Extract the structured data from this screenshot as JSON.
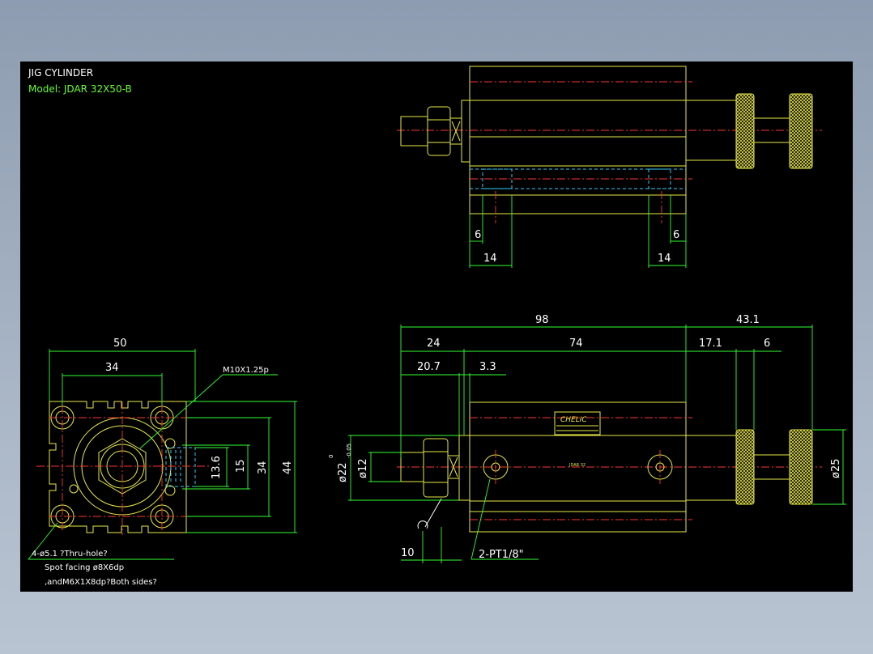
{
  "drawing": {
    "title": "JIG CYLINDER",
    "model": "Model:  JDAR  32X50-B"
  },
  "top_view": {
    "dim_left_6": "6",
    "dim_right_6": "6",
    "dim_left_14": "14",
    "dim_right_14": "14"
  },
  "end_view": {
    "dim_50": "50",
    "dim_34_top": "34",
    "thread_label": "M10X1.25p",
    "dim_13_6": "13.6",
    "dim_15": "15",
    "dim_34_side": "34",
    "dim_44": "44",
    "note_line1": "4-ø5.1 ?Thru-hole?",
    "note_line2": "Spot facing ø8X6dp",
    "note_line3": ",andM6X1X8dp?Both sides?"
  },
  "side_view": {
    "dim_98": "98",
    "dim_43_1": "43.1",
    "dim_24": "24",
    "dim_74": "74",
    "dim_17_1": "17.1",
    "dim_6": "6",
    "dim_20_7": "20.7",
    "dim_3_3": "3.3",
    "dim_dia22": "ø22",
    "dim_dia22_tol_upper": "0",
    "dim_dia22_tol_lower": "-0.05",
    "dim_dia12": "ø12",
    "dim_dia25": "ø25",
    "dim_10": "10",
    "port_label": "2-PT1/8\"",
    "brand_label": "CHELIC",
    "plate_label": "JDAR 32"
  },
  "colors": {
    "background": "#000000",
    "outline": "#e8e84a",
    "dimension": "#33ff33",
    "centerline": "#ff3333",
    "hidden": "#33ccff",
    "text": "#ffffff"
  }
}
